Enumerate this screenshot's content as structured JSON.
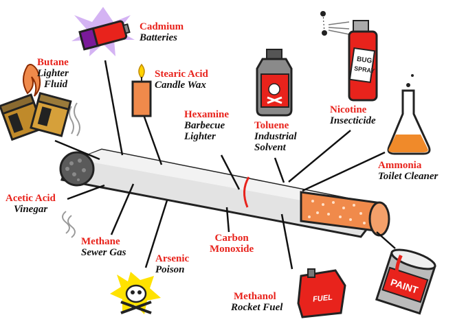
{
  "colors": {
    "chemical_name": "#e8231c",
    "use_text": "#111111",
    "filter": "#f08a4b",
    "paper": "#d9d9d9",
    "ash": "#5a5a5a",
    "background": "#ffffff"
  },
  "labels": [
    {
      "id": "cadmium",
      "chemical": "Cadmium",
      "use": "Batteries"
    },
    {
      "id": "butane",
      "chemical": "Butane",
      "use": "Lighter Fluid",
      "use_lines": [
        "Lighter",
        "Fluid"
      ]
    },
    {
      "id": "stearic",
      "chemical": "Stearic Acid",
      "use": "Candle Wax"
    },
    {
      "id": "hexamine",
      "chemical": "Hexamine",
      "use": "Barbecue Lighter",
      "use_lines": [
        "Barbecue",
        "Lighter"
      ]
    },
    {
      "id": "toluene",
      "chemical": "Toluene",
      "use": "Industrial Solvent",
      "use_lines": [
        "Industrial",
        "Solvent"
      ]
    },
    {
      "id": "nicotine",
      "chemical": "Nicotine",
      "use": "Insecticide"
    },
    {
      "id": "ammonia",
      "chemical": "Ammonia",
      "use": "Toilet Cleaner"
    },
    {
      "id": "acetic",
      "chemical": "Acetic Acid",
      "use": "Vinegar"
    },
    {
      "id": "methane",
      "chemical": "Methane",
      "use": "Sewer Gas"
    },
    {
      "id": "arsenic",
      "chemical": "Arsenic",
      "use": "Poison"
    },
    {
      "id": "carbon",
      "chemical": "Carbon Monoxide",
      "chemical_lines": [
        "Carbon",
        "Monoxide"
      ]
    },
    {
      "id": "methanol",
      "chemical": "Methanol",
      "use": "Rocket Fuel"
    }
  ],
  "icons": [
    {
      "id": "battery",
      "name": "battery-icon"
    },
    {
      "id": "lighter",
      "name": "lighter-icon"
    },
    {
      "id": "candle",
      "name": "candle-icon"
    },
    {
      "id": "solvent",
      "name": "solvent-bottle-icon",
      "text": ""
    },
    {
      "id": "spray",
      "name": "bug-spray-can-icon",
      "text_lines": [
        "BUG",
        "SPRAY"
      ]
    },
    {
      "id": "flask",
      "name": "flask-icon"
    },
    {
      "id": "skull",
      "name": "skull-crossbones-icon"
    },
    {
      "id": "fuel",
      "name": "fuel-can-icon",
      "text": "FUEL"
    },
    {
      "id": "paint",
      "name": "paint-can-icon",
      "text": "PAINT"
    },
    {
      "id": "cigarette",
      "name": "cigarette-illustration"
    }
  ]
}
